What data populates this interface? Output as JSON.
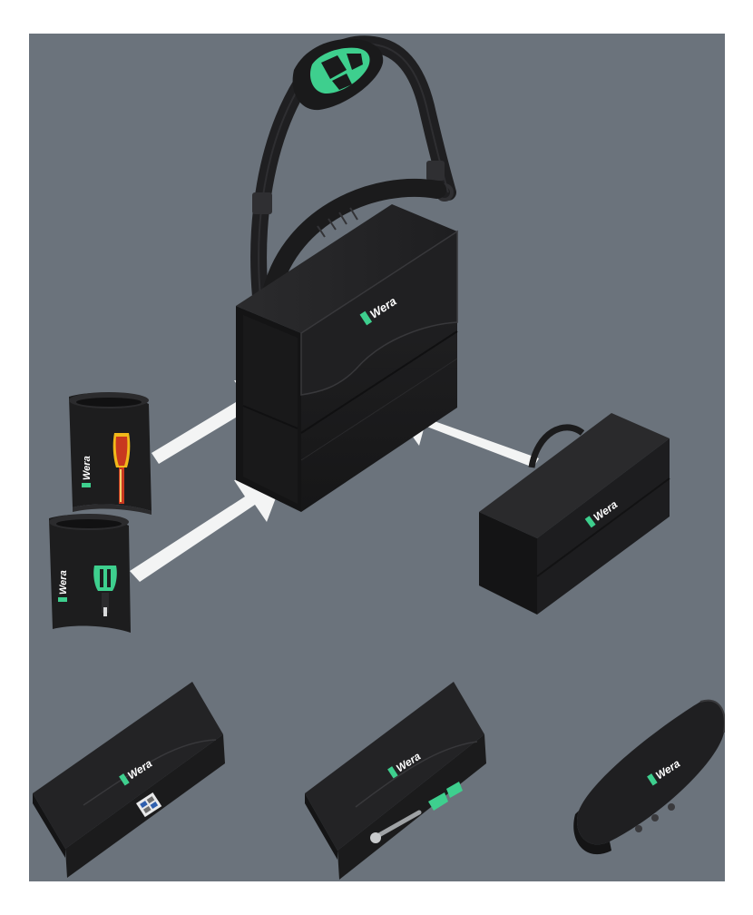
{
  "colors": {
    "background": "#6b737c",
    "page": "#ffffff",
    "bag": "#1c1c1d",
    "bag_side": "#141415",
    "bag_edge": "#2a2a2c",
    "accent_green": "#3ecf8e",
    "handle_red": "#c8381f",
    "handle_yellow": "#f1b81a",
    "arrow": "#f3f4f4"
  },
  "brand": {
    "logo_text": "Wera"
  },
  "products": [
    {
      "name": "tool-box-bag",
      "icon": "shoulder-bag-icon"
    },
    {
      "name": "holster-wrap-screwdriver",
      "icon": "wrap-pouch-icon"
    },
    {
      "name": "holster-wrap-bit-holder",
      "icon": "wrap-pouch-icon"
    },
    {
      "name": "box-pouch-with-handle",
      "icon": "box-pouch-icon"
    },
    {
      "name": "folding-pouch-left",
      "icon": "folding-pouch-icon"
    },
    {
      "name": "folding-pouch-center-ratchet",
      "icon": "folding-pouch-icon"
    },
    {
      "name": "folding-pouch-right-roll",
      "icon": "roll-pouch-icon"
    }
  ]
}
